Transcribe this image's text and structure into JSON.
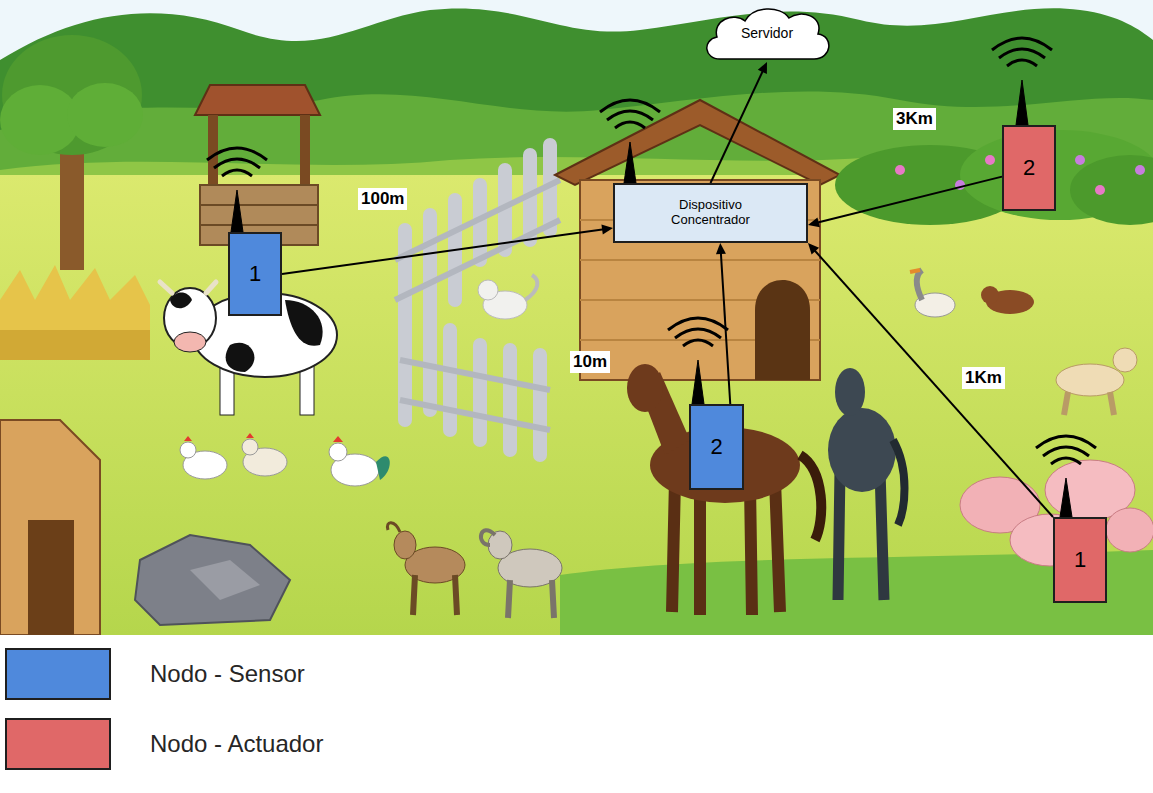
{
  "diagram": {
    "nodes": [
      {
        "text": [
          "Servidor"
        ]
      },
      {
        "text": [
          "2"
        ]
      },
      {
        "text": [
          "Dispositivo Concentrador"
        ]
      },
      {
        "text": [
          "1"
        ]
      },
      {
        "text": [
          "2"
        ]
      },
      {
        "text": [
          "1"
        ]
      }
    ],
    "edges": [
      {
        "from": 3,
        "to": 2,
        "label": "100m",
        "arrow": "to"
      },
      {
        "from": 4,
        "to": 2,
        "label": "10m",
        "arrow": "to"
      },
      {
        "from": 5,
        "to": 2,
        "label": "1Km",
        "arrow": "to"
      },
      {
        "from": 1,
        "to": 2,
        "label": "3Km",
        "arrow": "to"
      },
      {
        "from": 2,
        "to": 0,
        "arrow": "to"
      }
    ],
    "legend": [
      {
        "text": "Nodo - Sensor",
        "color": "#4f89dc"
      },
      {
        "text": "Nodo - Actuador",
        "color": "#e06868"
      }
    ]
  }
}
